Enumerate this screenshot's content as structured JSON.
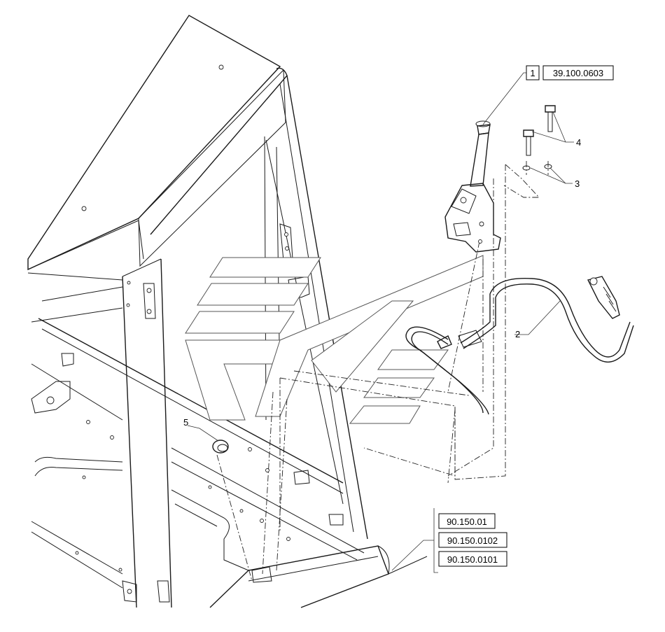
{
  "callouts": {
    "box_label": "1",
    "label_2": "2",
    "label_3": "3",
    "label_4": "4",
    "label_5": "5"
  },
  "references": {
    "top": "39.100.0603",
    "group": [
      "90.150.01",
      "90.150.0102",
      "90.150.0101"
    ]
  }
}
